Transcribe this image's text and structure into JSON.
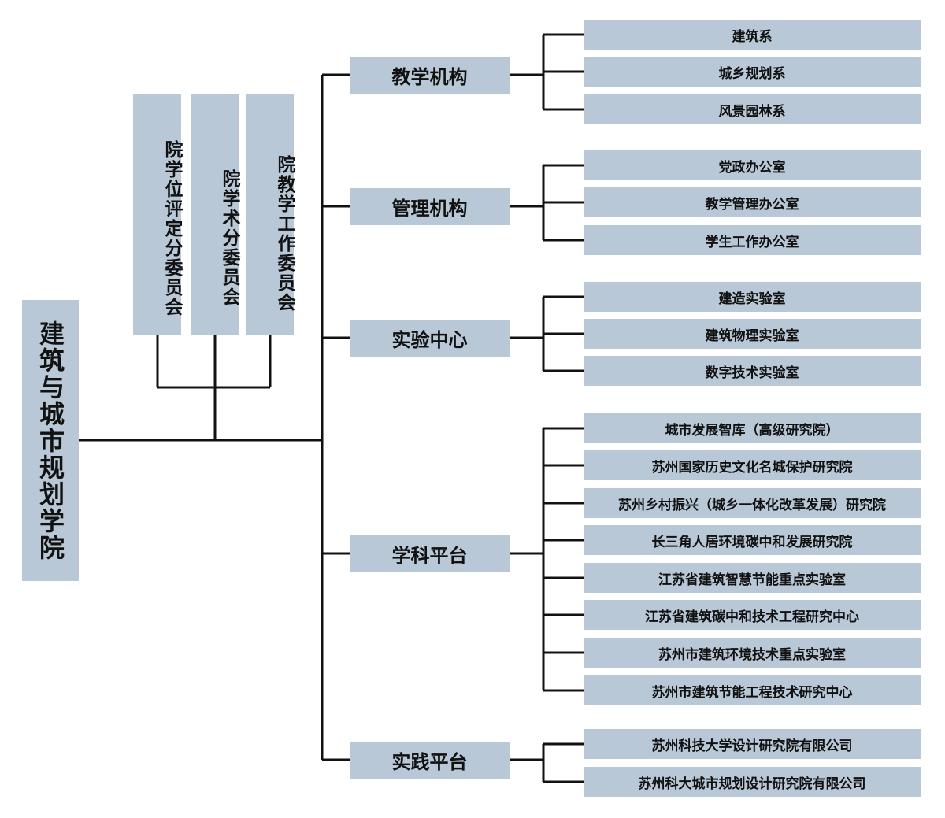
{
  "diagram": {
    "root": {
      "label": "建筑与城市规划学院"
    },
    "committees": [
      {
        "label": "院学位评定分委员会"
      },
      {
        "label": "院学术分委员会"
      },
      {
        "label": "院教学工作委员会"
      }
    ],
    "categories": [
      {
        "label": "教学机构",
        "units": [
          "建筑系",
          "城乡规划系",
          "风景园林系"
        ]
      },
      {
        "label": "管理机构",
        "units": [
          "党政办公室",
          "教学管理办公室",
          "学生工作办公室"
        ]
      },
      {
        "label": "实验中心",
        "units": [
          "建造实验室",
          "建筑物理实验室",
          "数字技术实验室"
        ]
      },
      {
        "label": "学科平台",
        "units": [
          "城市发展智库（高级研究院）",
          "苏州国家历史文化名城保护研究院",
          "苏州乡村振兴（城乡一体化改革发展）研究院",
          "长三角人居环境碳中和发展研究院",
          "江苏省建筑智慧节能重点实验室",
          "江苏省建筑碳中和技术工程研究中心",
          "苏州市建筑环境技术重点实验室",
          "苏州市建筑节能工程技术研究中心"
        ]
      },
      {
        "label": "实践平台",
        "units": [
          "苏州科技大学设计研究院有限公司",
          "苏州科大城市规划设计研究院有限公司"
        ]
      }
    ],
    "colors": {
      "box_fill": "#b8c8d6",
      "line": "#111111",
      "text": "#111111"
    }
  }
}
